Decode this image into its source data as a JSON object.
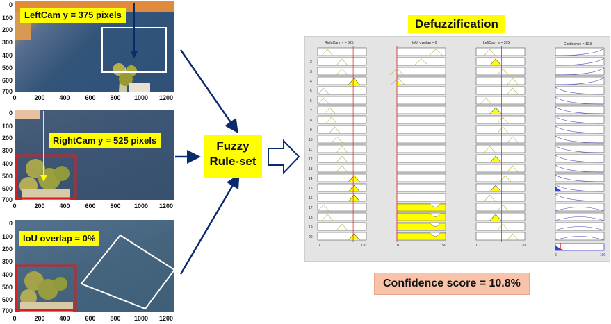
{
  "cameras": [
    {
      "label": "LeftCam y = 375 pixels",
      "y_ticks": [
        "0",
        "100",
        "200",
        "300",
        "400",
        "500",
        "600",
        "700"
      ],
      "x_ticks": [
        "0",
        "200",
        "400",
        "600",
        "800",
        "1000",
        "1200"
      ]
    },
    {
      "label": "RightCam y = 525 pixels",
      "y_ticks": [
        "0",
        "100",
        "200",
        "300",
        "400",
        "500",
        "600",
        "700"
      ],
      "x_ticks": [
        "0",
        "200",
        "400",
        "600",
        "800",
        "1000",
        "1200"
      ]
    },
    {
      "label": "IoU overlap = 0%",
      "y_ticks": [
        "0",
        "100",
        "200",
        "300",
        "400",
        "500",
        "600",
        "700"
      ],
      "x_ticks": [
        "0",
        "200",
        "400",
        "600",
        "800",
        "1000",
        "1200"
      ]
    }
  ],
  "rule_set": {
    "line1": "Fuzzy",
    "line2": "Rule-set"
  },
  "defuzz": {
    "title": "Defuzzification",
    "columns": [
      "RightCam_y = 525",
      "IoU_overlap = 0",
      "LeftCam_y = 375",
      "Confidence = 10.8"
    ],
    "rows": [
      "1",
      "2",
      "3",
      "4",
      "5",
      "6",
      "7",
      "8",
      "9",
      "10",
      "11",
      "12",
      "13",
      "14",
      "15",
      "16",
      "17",
      "18",
      "19",
      "20"
    ],
    "axis": {
      "right_min": "0",
      "right_max": "720",
      "iou_min": "0",
      "iou_max": "50",
      "left_min": "0",
      "left_max": "720",
      "conf_min": "0",
      "conf_max": "100"
    }
  },
  "confidence_score": "Confidence score = 10.8%",
  "colors": {
    "callout": "#ffff00",
    "arrow": "#0a2a6e",
    "bbox_red": "#d42020",
    "bbox_white": "#ffffff",
    "fill": "#ffff00",
    "aggregate": "#3a40d8",
    "threshold": "#e03030",
    "score_bg": "#f8c3a8"
  }
}
